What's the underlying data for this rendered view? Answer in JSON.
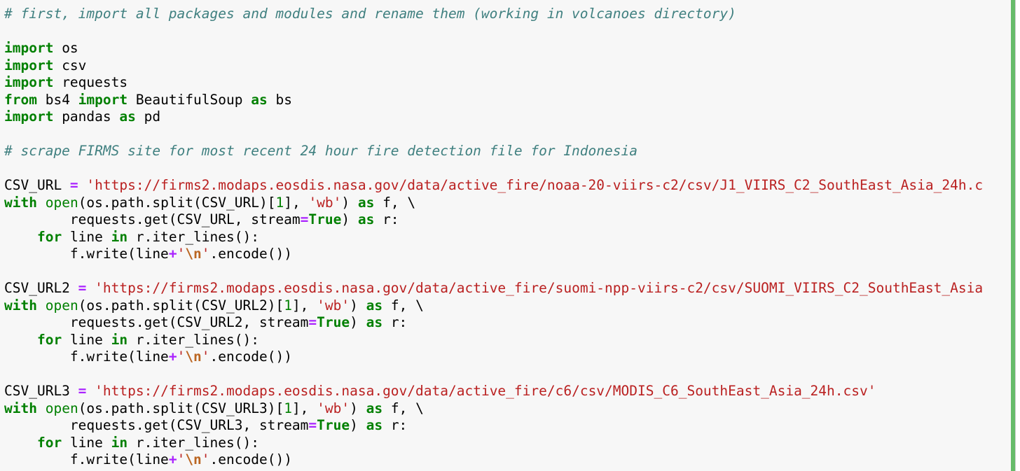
{
  "colors": {
    "comment": "#408080",
    "keyword": "#008000",
    "string": "#ba2121",
    "operator": "#aa22ff",
    "cell_background": "#f7f7f7",
    "active_cell_bar": "#66bb6a"
  },
  "code_lines": [
    [
      {
        "t": "comment",
        "v": "# first, import all packages and modules and rename them (working in volcanoes directory)"
      }
    ],
    [],
    [
      {
        "t": "keyword",
        "v": "import"
      },
      {
        "t": "text",
        "v": " os"
      }
    ],
    [
      {
        "t": "keyword",
        "v": "import"
      },
      {
        "t": "text",
        "v": " csv"
      }
    ],
    [
      {
        "t": "keyword",
        "v": "import"
      },
      {
        "t": "text",
        "v": " requests"
      }
    ],
    [
      {
        "t": "keyword",
        "v": "from"
      },
      {
        "t": "text",
        "v": " bs4 "
      },
      {
        "t": "keyword",
        "v": "import"
      },
      {
        "t": "text",
        "v": " BeautifulSoup "
      },
      {
        "t": "keyword",
        "v": "as"
      },
      {
        "t": "text",
        "v": " bs"
      }
    ],
    [
      {
        "t": "keyword",
        "v": "import"
      },
      {
        "t": "text",
        "v": " pandas "
      },
      {
        "t": "keyword",
        "v": "as"
      },
      {
        "t": "text",
        "v": " pd"
      }
    ],
    [],
    [
      {
        "t": "comment",
        "v": "# scrape FIRMS site for most recent 24 hour fire detection file for Indonesia"
      }
    ],
    [],
    [
      {
        "t": "text",
        "v": "CSV_URL "
      },
      {
        "t": "operator",
        "v": "="
      },
      {
        "t": "text",
        "v": " "
      },
      {
        "t": "string",
        "v": "'https://firms2.modaps.eosdis.nasa.gov/data/active_fire/noaa-20-viirs-c2/csv/J1_VIIRS_C2_SouthEast_Asia_24h.c"
      }
    ],
    [
      {
        "t": "keyword",
        "v": "with"
      },
      {
        "t": "text",
        "v": " "
      },
      {
        "t": "builtin",
        "v": "open"
      },
      {
        "t": "text",
        "v": "(os.path.split(CSV_URL)["
      },
      {
        "t": "number",
        "v": "1"
      },
      {
        "t": "text",
        "v": "], "
      },
      {
        "t": "string",
        "v": "'wb'"
      },
      {
        "t": "text",
        "v": ") "
      },
      {
        "t": "keyword",
        "v": "as"
      },
      {
        "t": "text",
        "v": " f, \\"
      }
    ],
    [
      {
        "t": "text",
        "v": "        requests.get(CSV_URL, stream"
      },
      {
        "t": "operator",
        "v": "="
      },
      {
        "t": "keyword",
        "v": "True"
      },
      {
        "t": "text",
        "v": ") "
      },
      {
        "t": "keyword",
        "v": "as"
      },
      {
        "t": "text",
        "v": " r:"
      }
    ],
    [
      {
        "t": "text",
        "v": "    "
      },
      {
        "t": "keyword",
        "v": "for"
      },
      {
        "t": "text",
        "v": " line "
      },
      {
        "t": "keyword",
        "v": "in"
      },
      {
        "t": "text",
        "v": " r.iter_lines():"
      }
    ],
    [
      {
        "t": "text",
        "v": "        f.write(line"
      },
      {
        "t": "operator",
        "v": "+"
      },
      {
        "t": "string",
        "v": "'"
      },
      {
        "t": "escape",
        "v": "\\n"
      },
      {
        "t": "string",
        "v": "'"
      },
      {
        "t": "text",
        "v": ".encode())"
      }
    ],
    [],
    [
      {
        "t": "text",
        "v": "CSV_URL2 "
      },
      {
        "t": "operator",
        "v": "="
      },
      {
        "t": "text",
        "v": " "
      },
      {
        "t": "string",
        "v": "'https://firms2.modaps.eosdis.nasa.gov/data/active_fire/suomi-npp-viirs-c2/csv/SUOMI_VIIRS_C2_SouthEast_Asia"
      }
    ],
    [
      {
        "t": "keyword",
        "v": "with"
      },
      {
        "t": "text",
        "v": " "
      },
      {
        "t": "builtin",
        "v": "open"
      },
      {
        "t": "text",
        "v": "(os.path.split(CSV_URL2)["
      },
      {
        "t": "number",
        "v": "1"
      },
      {
        "t": "text",
        "v": "], "
      },
      {
        "t": "string",
        "v": "'wb'"
      },
      {
        "t": "text",
        "v": ") "
      },
      {
        "t": "keyword",
        "v": "as"
      },
      {
        "t": "text",
        "v": " f, \\"
      }
    ],
    [
      {
        "t": "text",
        "v": "        requests.get(CSV_URL2, stream"
      },
      {
        "t": "operator",
        "v": "="
      },
      {
        "t": "keyword",
        "v": "True"
      },
      {
        "t": "text",
        "v": ") "
      },
      {
        "t": "keyword",
        "v": "as"
      },
      {
        "t": "text",
        "v": " r:"
      }
    ],
    [
      {
        "t": "text",
        "v": "    "
      },
      {
        "t": "keyword",
        "v": "for"
      },
      {
        "t": "text",
        "v": " line "
      },
      {
        "t": "keyword",
        "v": "in"
      },
      {
        "t": "text",
        "v": " r.iter_lines():"
      }
    ],
    [
      {
        "t": "text",
        "v": "        f.write(line"
      },
      {
        "t": "operator",
        "v": "+"
      },
      {
        "t": "string",
        "v": "'"
      },
      {
        "t": "escape",
        "v": "\\n"
      },
      {
        "t": "string",
        "v": "'"
      },
      {
        "t": "text",
        "v": ".encode())"
      }
    ],
    [],
    [
      {
        "t": "text",
        "v": "CSV_URL3 "
      },
      {
        "t": "operator",
        "v": "="
      },
      {
        "t": "text",
        "v": " "
      },
      {
        "t": "string",
        "v": "'https://firms2.modaps.eosdis.nasa.gov/data/active_fire/c6/csv/MODIS_C6_SouthEast_Asia_24h.csv'"
      }
    ],
    [
      {
        "t": "keyword",
        "v": "with"
      },
      {
        "t": "text",
        "v": " "
      },
      {
        "t": "builtin",
        "v": "open"
      },
      {
        "t": "text",
        "v": "(os.path.split(CSV_URL3)["
      },
      {
        "t": "number",
        "v": "1"
      },
      {
        "t": "text",
        "v": "], "
      },
      {
        "t": "string",
        "v": "'wb'"
      },
      {
        "t": "text",
        "v": ") "
      },
      {
        "t": "keyword",
        "v": "as"
      },
      {
        "t": "text",
        "v": " f, \\"
      }
    ],
    [
      {
        "t": "text",
        "v": "        requests.get(CSV_URL3, stream"
      },
      {
        "t": "operator",
        "v": "="
      },
      {
        "t": "keyword",
        "v": "True"
      },
      {
        "t": "text",
        "v": ") "
      },
      {
        "t": "keyword",
        "v": "as"
      },
      {
        "t": "text",
        "v": " r:"
      }
    ],
    [
      {
        "t": "text",
        "v": "    "
      },
      {
        "t": "keyword",
        "v": "for"
      },
      {
        "t": "text",
        "v": " line "
      },
      {
        "t": "keyword",
        "v": "in"
      },
      {
        "t": "text",
        "v": " r.iter_lines():"
      }
    ],
    [
      {
        "t": "text",
        "v": "        f.write(line"
      },
      {
        "t": "operator",
        "v": "+"
      },
      {
        "t": "string",
        "v": "'"
      },
      {
        "t": "escape",
        "v": "\\n"
      },
      {
        "t": "string",
        "v": "'"
      },
      {
        "t": "text",
        "v": ".encode())"
      }
    ]
  ]
}
